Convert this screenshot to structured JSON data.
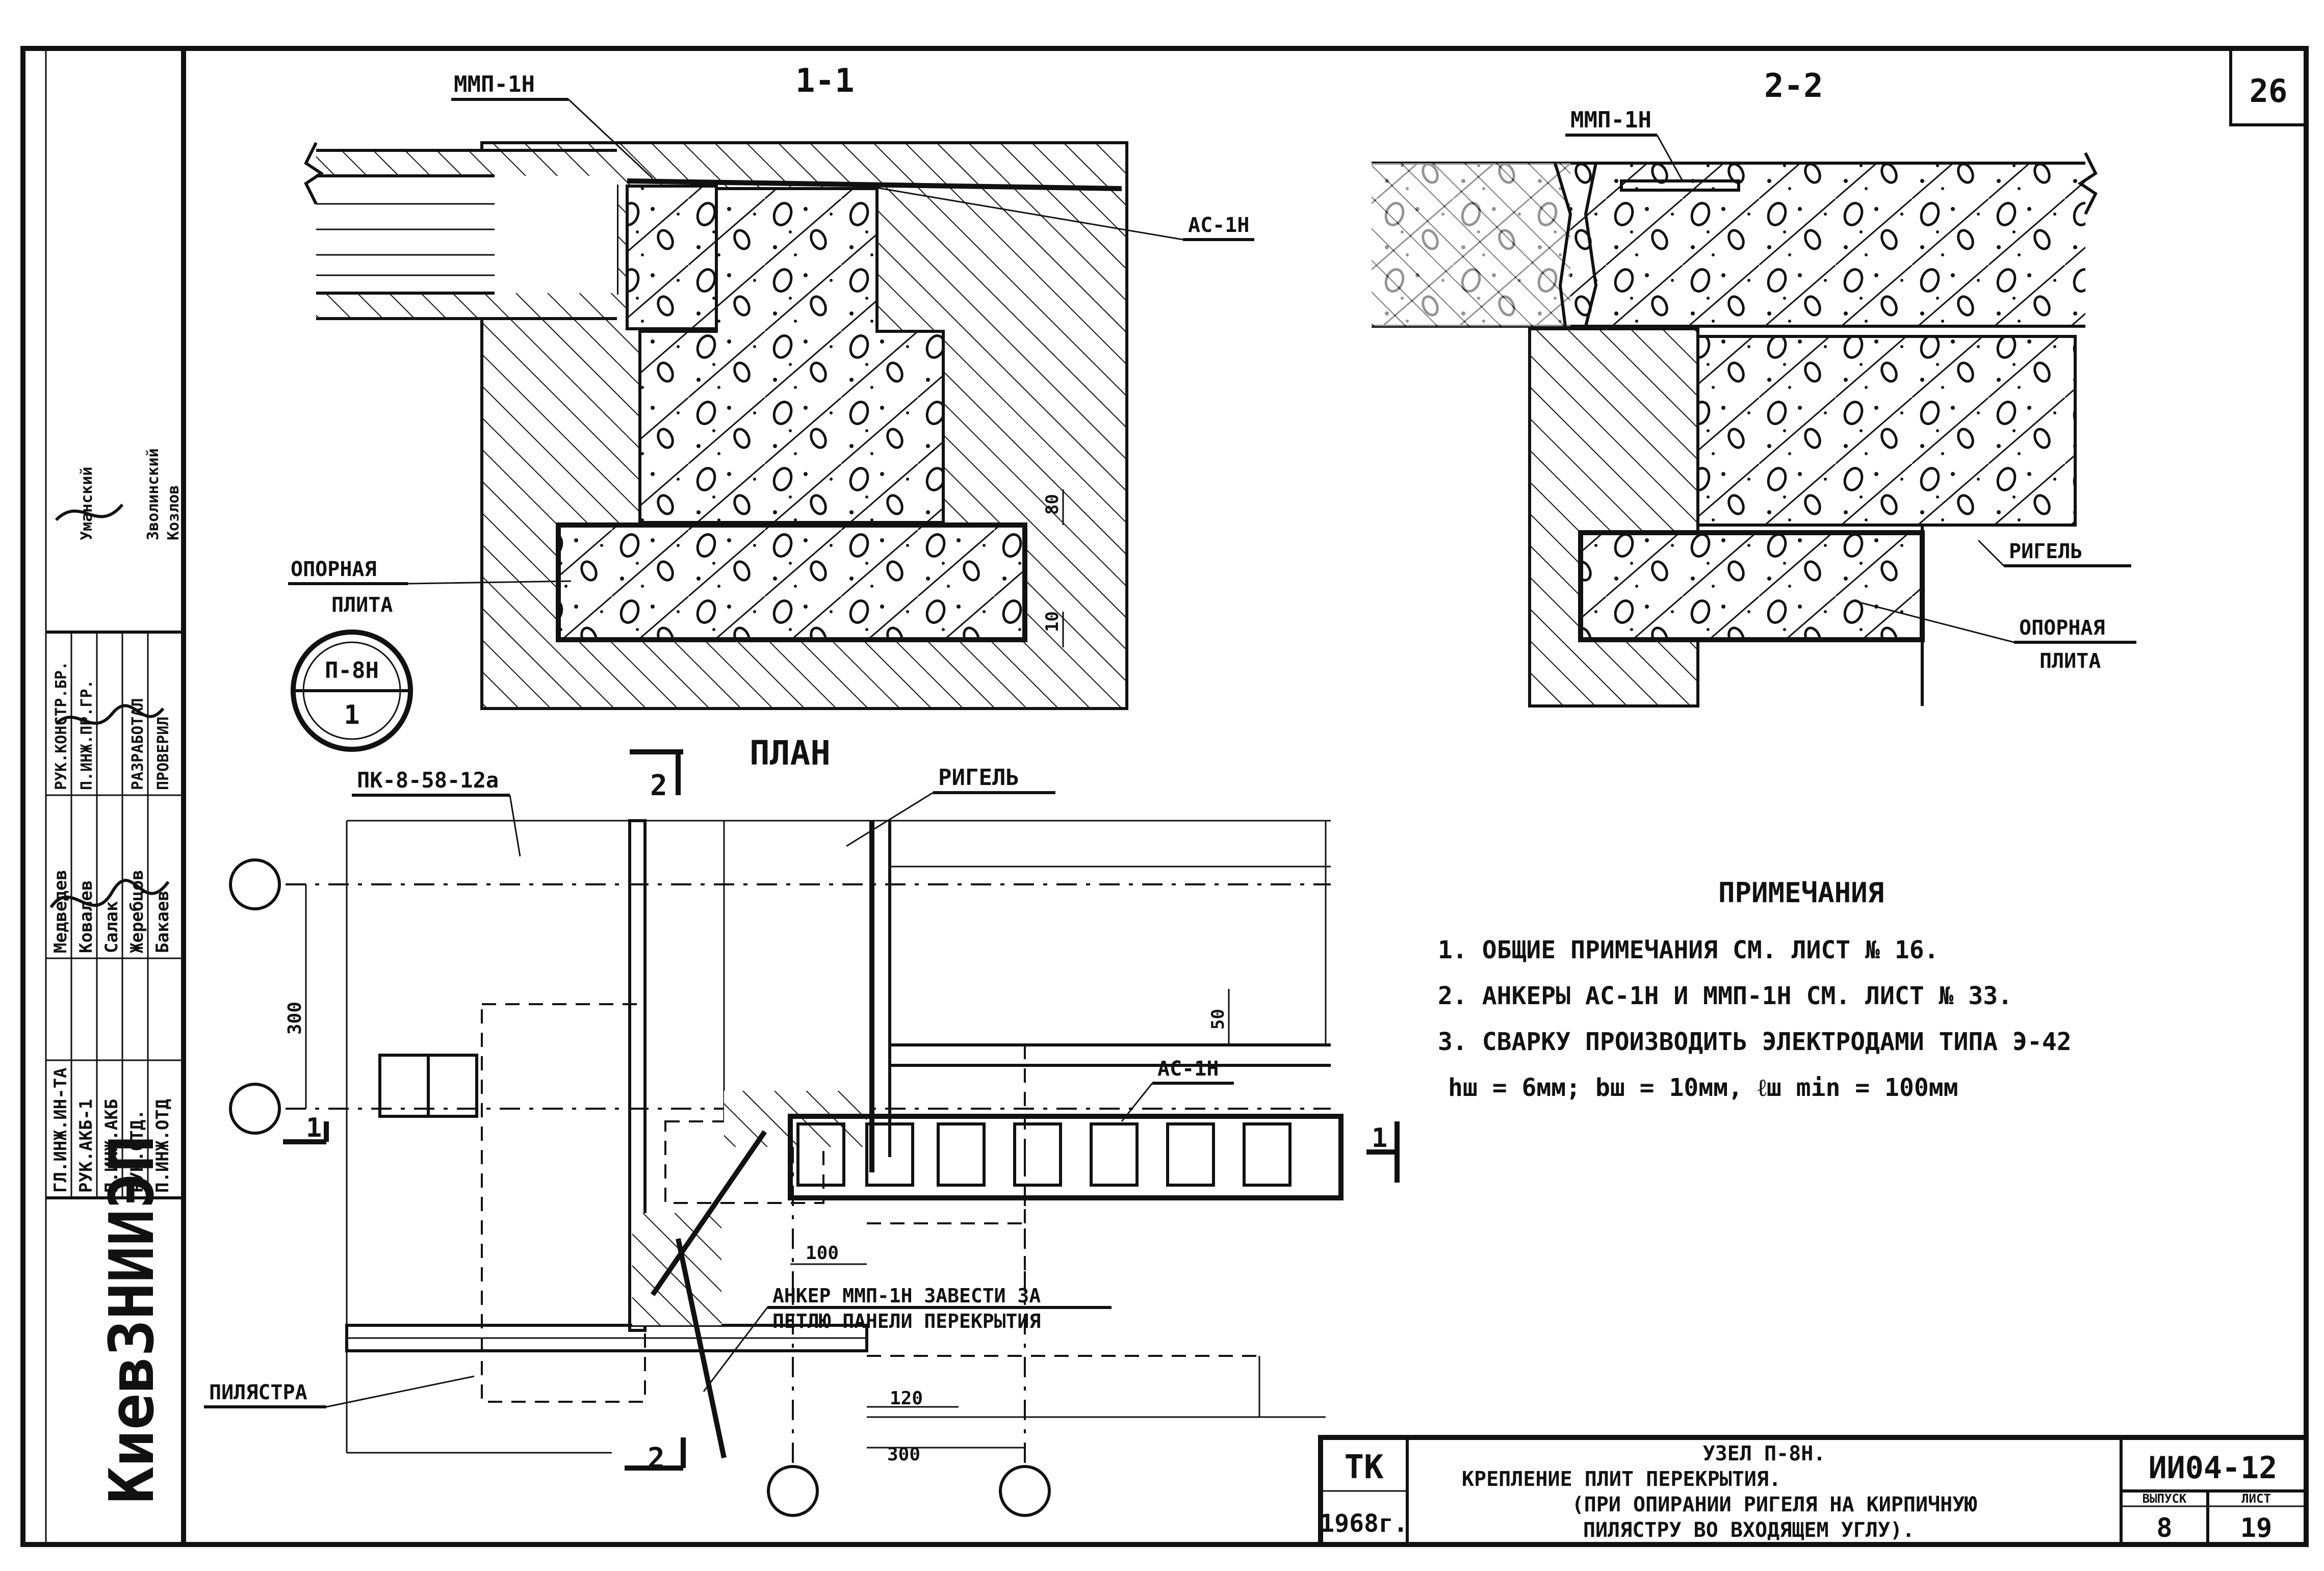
{
  "sheet_number_corner": "26",
  "organization": "КиевЗНИИЭП",
  "stamp": {
    "roles": [
      "ГЛ.ИНЖ.ИН-ТА",
      "РУК.АКБ-1",
      "П.ИНЖ.АКБ",
      "РУК.ОТД.",
      "П.ИНЖ.ОТД"
    ],
    "names_1": [
      "Медведев",
      "Ковалев",
      "Салак",
      "Жеребцов",
      "Бакаев"
    ],
    "roles_2": [
      "РУК.КОНСТР.БР.",
      "П.ИНЖ.ПР.ГР.",
      "РАЗРАБОТАЛ",
      "ПРОВЕРИЛ"
    ],
    "names_2": [
      "Уманский",
      "Зволинский",
      "Козлов"
    ]
  },
  "section_1": {
    "title": "1-1",
    "label_mmp": "ММП-1Н",
    "label_as": "АС-1Н",
    "label_plate": [
      "ОПОРНАЯ",
      "ПЛИТА"
    ],
    "dim_80": "80",
    "dim_10": "10",
    "node_top": "П-8Н",
    "node_bottom": "1"
  },
  "section_2": {
    "title": "2-2",
    "label_mmp": "ММП-1Н",
    "label_rigel": "РИГЕЛЬ",
    "label_plate": [
      "ОПОРНАЯ",
      "ПЛИТА"
    ]
  },
  "plan": {
    "title": "ПЛАН",
    "cut_2": "2",
    "label_panel": "ПК-8-58-12а",
    "label_rigel": "РИГЕЛЬ",
    "label_as": "АС-1Н",
    "label_pilaster": "ПИЛЯСТРА",
    "label_anchor": [
      "АНКЕР ММП-1Н ЗАВЕСТИ ЗА",
      "ПЕТЛЮ ПАНЕЛИ ПЕРЕКРЫТИЯ"
    ],
    "dim_300_left": "300",
    "dim_50": "50",
    "dim_100": "100",
    "dim_120": "120",
    "dim_300_bottom": "300",
    "cut_1_left": "1",
    "cut_1_right": "1"
  },
  "notes": {
    "heading": "ПРИМЕЧАНИЯ",
    "lines": [
      "1. ОБЩИЕ ПРИМЕЧАНИЯ СМ. ЛИСТ № 16.",
      "2. АНКЕРЫ АС-1Н И ММП-1Н СМ. ЛИСТ № 33.",
      "3. СВАРКУ ПРОИЗВОДИТЬ ЭЛЕКТРОДАМИ ТИПА Э-42",
      "hш = 6мм; bш = 10мм, ℓш min = 100мм"
    ]
  },
  "title_block": {
    "series": "ТК",
    "year": "1968г.",
    "title_1": "УЗЕЛ П-8Н.",
    "title_2": "КРЕПЛЕНИЕ ПЛИТ ПЕРЕКРЫТИЯ.",
    "title_3": "(ПРИ ОПИРАНИИ РИГЕЛЯ НА КИРПИЧНУЮ",
    "title_4": "ПИЛЯСТРУ ВО ВХОДЯЩЕМ УГЛУ).",
    "code": "ИИ04-12",
    "label_issue": "ВЫПУСК",
    "label_sheet": "ЛИСТ",
    "issue": "8",
    "sheet": "19"
  }
}
